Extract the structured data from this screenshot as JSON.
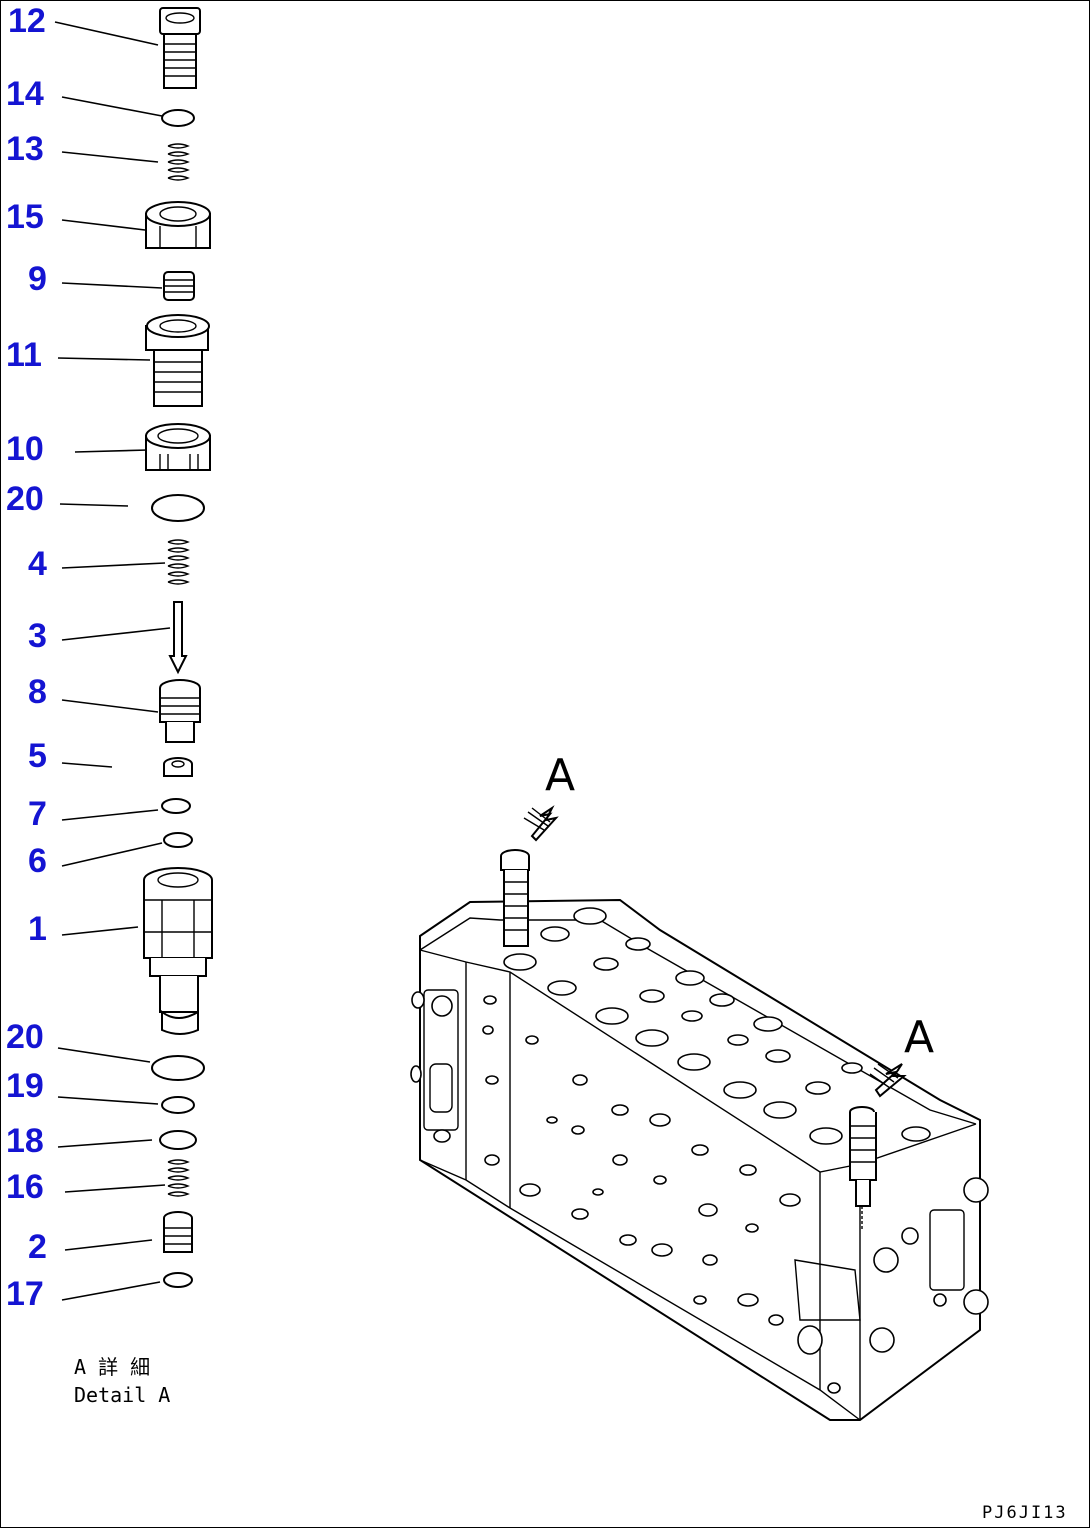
{
  "callouts": [
    "12",
    "14",
    "13",
    "15",
    "9",
    "11",
    "10",
    "20",
    "4",
    "3",
    "8",
    "5",
    "7",
    "6",
    "1",
    "20",
    "19",
    "18",
    "16",
    "2",
    "17"
  ],
  "caption": {
    "line1": "A 詳 細",
    "line2": "Detail A"
  },
  "view_markers": [
    "A",
    "A"
  ],
  "drawing_code": "PJ6JI13",
  "colors": {
    "callout": "#1414d2",
    "line": "#000000"
  }
}
